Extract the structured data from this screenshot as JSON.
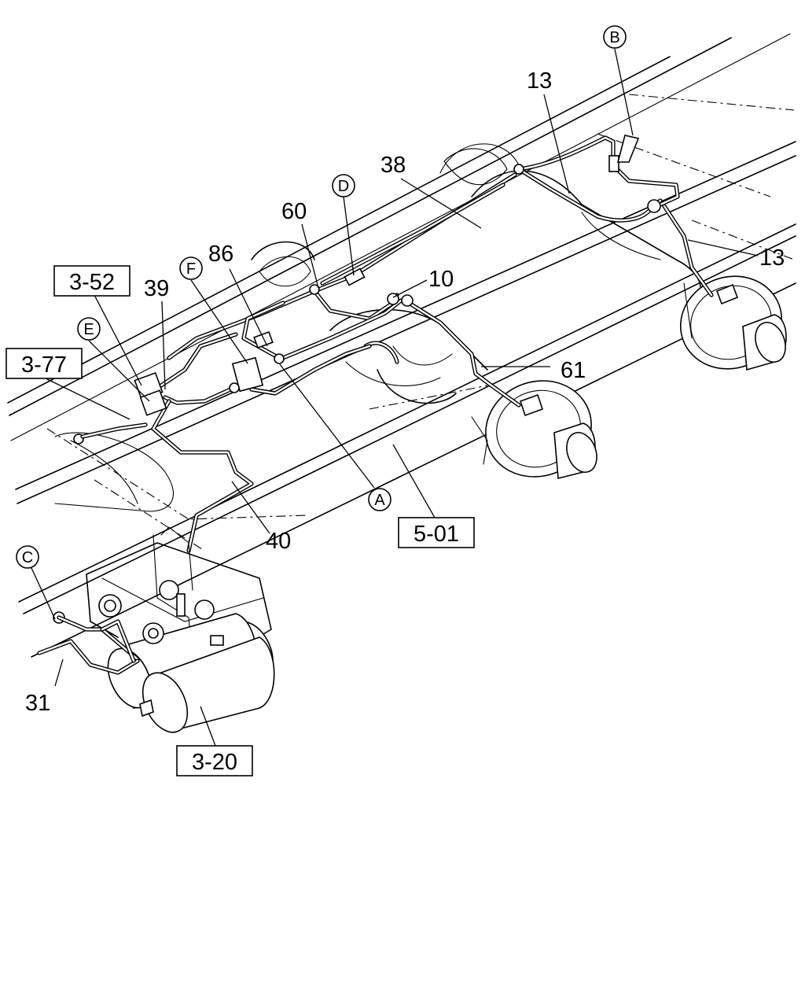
{
  "callouts": {
    "part_13_top": "13",
    "part_13_right": "13",
    "part_38": "38",
    "part_60": "60",
    "part_86": "86",
    "part_39": "39",
    "part_10": "10",
    "part_61": "61",
    "part_40": "40",
    "part_31": "31"
  },
  "references": {
    "ref_3_52": "3-52",
    "ref_3_77": "3-77",
    "ref_5_01": "5-01",
    "ref_3_20": "3-20"
  },
  "connectors": {
    "A": "A",
    "B": "B",
    "C": "C",
    "D": "D",
    "E": "E",
    "F": "F"
  }
}
